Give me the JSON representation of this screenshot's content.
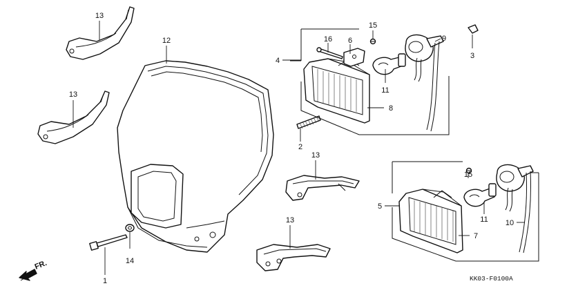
{
  "callouts": [
    {
      "id": "c13a",
      "text": "13"
    },
    {
      "id": "c13b",
      "text": "13"
    },
    {
      "id": "c12",
      "text": "12"
    },
    {
      "id": "c13c",
      "text": "13"
    },
    {
      "id": "c13d",
      "text": "13"
    },
    {
      "id": "c14",
      "text": "14"
    },
    {
      "id": "c1",
      "text": "1"
    },
    {
      "id": "c4",
      "text": "4"
    },
    {
      "id": "c16",
      "text": "16"
    },
    {
      "id": "c6",
      "text": "6"
    },
    {
      "id": "c15a",
      "text": "15"
    },
    {
      "id": "c9",
      "text": "9"
    },
    {
      "id": "c3",
      "text": "3"
    },
    {
      "id": "c11a",
      "text": "11"
    },
    {
      "id": "c8",
      "text": "8"
    },
    {
      "id": "c2",
      "text": "2"
    },
    {
      "id": "c15b",
      "text": "15"
    },
    {
      "id": "c5",
      "text": "5"
    },
    {
      "id": "c11b",
      "text": "11"
    },
    {
      "id": "c10",
      "text": "10"
    },
    {
      "id": "c7",
      "text": "7"
    }
  ],
  "direction_label": "FR.",
  "diagram_code": "KK03-F0100A"
}
